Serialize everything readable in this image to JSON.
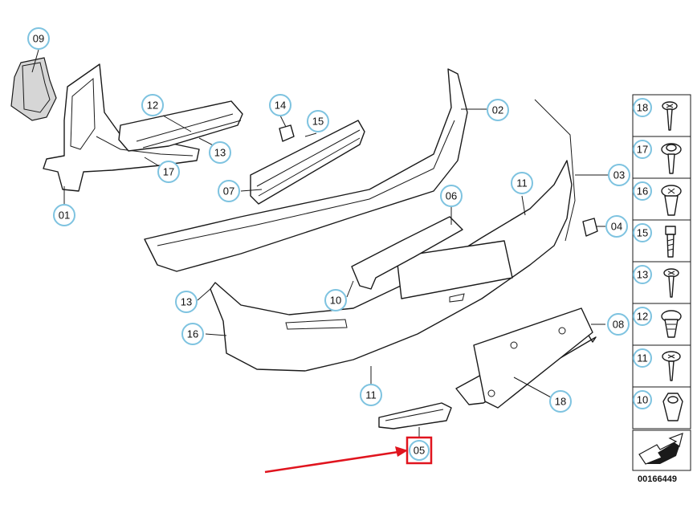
{
  "diagram": {
    "reference_number": "00166449",
    "highlight_color": "#e0141e",
    "callout_color": "#7ec3e0",
    "callouts": [
      {
        "id": "c01",
        "label": "01"
      },
      {
        "id": "c09",
        "label": "09"
      },
      {
        "id": "c12",
        "label": "12"
      },
      {
        "id": "c13a",
        "label": "13"
      },
      {
        "id": "c17",
        "label": "17"
      },
      {
        "id": "c14",
        "label": "14"
      },
      {
        "id": "c15",
        "label": "15"
      },
      {
        "id": "c07",
        "label": "07"
      },
      {
        "id": "c02",
        "label": "02"
      },
      {
        "id": "c03",
        "label": "03"
      },
      {
        "id": "c11a",
        "label": "11"
      },
      {
        "id": "c06",
        "label": "06"
      },
      {
        "id": "c04",
        "label": "04"
      },
      {
        "id": "c10",
        "label": "10"
      },
      {
        "id": "c13b",
        "label": "13"
      },
      {
        "id": "c16",
        "label": "16"
      },
      {
        "id": "c08",
        "label": "08"
      },
      {
        "id": "c11b",
        "label": "11"
      },
      {
        "id": "c18",
        "label": "18"
      },
      {
        "id": "c05",
        "label": "05"
      }
    ],
    "legend": [
      {
        "label": "18",
        "icon": "screw-icon"
      },
      {
        "label": "17",
        "icon": "collar-screw-icon"
      },
      {
        "label": "16",
        "icon": "expanding-rivet-icon"
      },
      {
        "label": "15",
        "icon": "bolt-icon"
      },
      {
        "label": "13",
        "icon": "screw-icon"
      },
      {
        "label": "12",
        "icon": "clip-icon"
      },
      {
        "label": "11",
        "icon": "collar-screw-icon"
      },
      {
        "label": "10",
        "icon": "nut-icon"
      }
    ]
  }
}
